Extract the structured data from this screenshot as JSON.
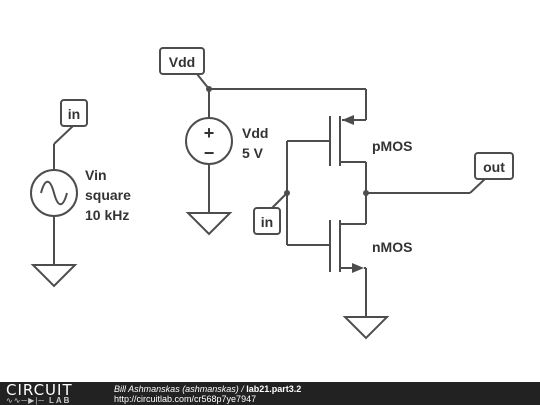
{
  "flags": {
    "vdd": "Vdd",
    "in_source": "in",
    "in_gate": "in",
    "out": "out"
  },
  "source_vin": {
    "name": "Vin",
    "waveform": "square",
    "frequency": "10 kHz"
  },
  "source_vdd": {
    "name": "Vdd",
    "value": "5 V",
    "plus": "+",
    "minus": "−"
  },
  "transistors": {
    "pmos": "pMOS",
    "nmos": "nMOS"
  },
  "footer": {
    "logo_top": "CIRCUIT",
    "logo_bottom": "LAB",
    "author": "Bill Ashmanskas (ashmanskas)",
    "separator": " / ",
    "circuit_name": "lab21.part3.2",
    "url": "http://circuitlab.com/cr568p7ye7947"
  }
}
